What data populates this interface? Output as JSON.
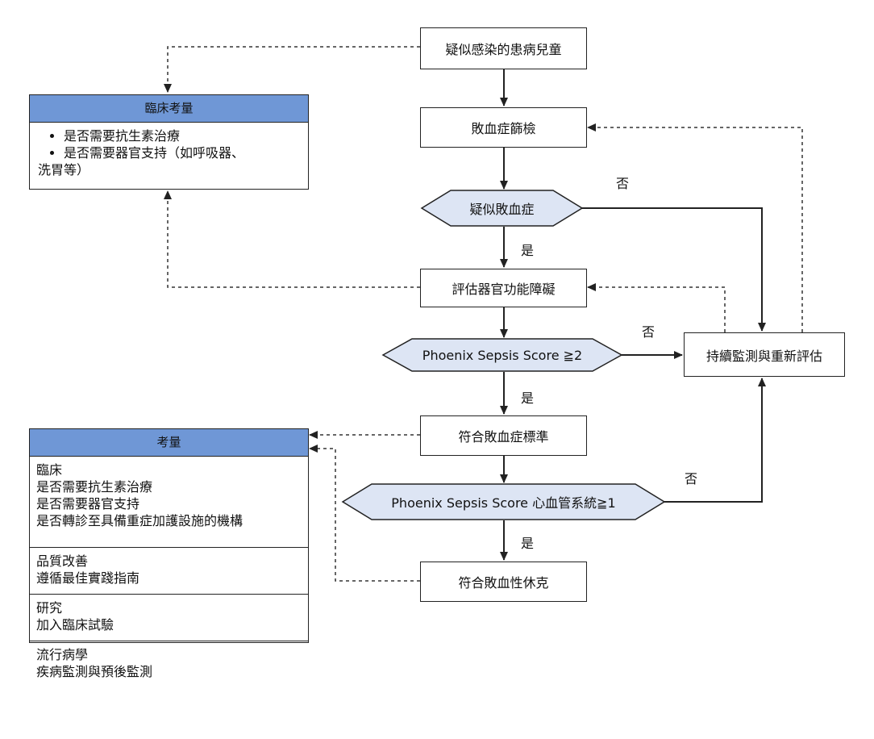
{
  "nodes": {
    "start": "疑似感染的患病兒童",
    "screening": "敗血症篩檢",
    "suspect": "疑似敗血症",
    "assess": "評估器官功能障礙",
    "phoenix1": "Phoenix Sepsis Score ≧2",
    "monitor": "持續監測與重新評估",
    "sepsis_criteria": "符合敗血症標準",
    "phoenix2": "Phoenix Sepsis Score 心血管系統≧1",
    "septic_shock": "符合敗血性休克"
  },
  "labels": {
    "no1": "否",
    "yes1": "是",
    "no2": "否",
    "yes2": "是",
    "no3": "否",
    "yes3": "是"
  },
  "clinical_panel": {
    "title": "臨床考量",
    "items": [
      "是否需要抗生素治療",
      "是否需要器官支持（如呼吸器、",
      "洗胃等）"
    ]
  },
  "considerations_panel": {
    "title": "考量",
    "sections": [
      [
        "臨床",
        "是否需要抗生素治療",
        "是否需要器官支持",
        "是否轉診至具備重症加護設施的機構"
      ],
      [
        "品質改善",
        "遵循最佳實踐指南"
      ],
      [
        "研究",
        "加入臨床試驗"
      ],
      [
        "流行病學",
        "疾病監測與預後監測"
      ]
    ]
  },
  "colors": {
    "header_fill": "#6f97d6",
    "decision_fill": "#dde5f4",
    "line": "#222222"
  }
}
